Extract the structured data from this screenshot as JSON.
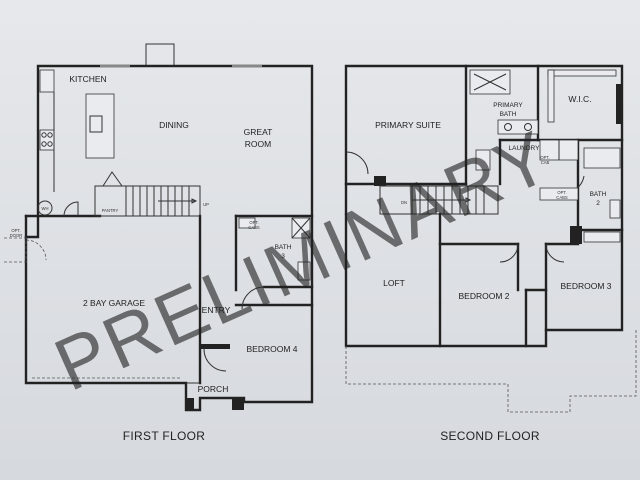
{
  "first_floor": {
    "caption": "FIRST FLOOR",
    "rooms": {
      "kitchen": "KITCHEN",
      "dining": "DINING",
      "great_room_1": "GREAT",
      "great_room_2": "ROOM",
      "garage": "2 BAY GARAGE",
      "entry": "ENTRY",
      "bath_1": "BATH",
      "bath_2": "3",
      "bedroom": "BEDROOM 4",
      "porch": "PORCH",
      "wh": "WH",
      "pantry": "PANTRY",
      "opt_door_1": "OPT.",
      "opt_door_2": "DOOR",
      "opt_cabs_1": "OPT.",
      "opt_cabs_2": "CABS",
      "up": "UP"
    }
  },
  "second_floor": {
    "caption": "SECOND FLOOR",
    "rooms": {
      "primary_suite": "PRIMARY SUITE",
      "primary_bath_1": "PRIMARY",
      "primary_bath_2": "BATH",
      "wic": "W.I.C.",
      "laundry": "LAUNDRY",
      "loft": "LOFT",
      "bedroom_2": "BEDROOM 2",
      "bedroom_3": "BEDROOM 3",
      "bath_1": "BATH",
      "bath_2": "2",
      "dn": "DN",
      "opt_cab_1": "OPT.",
      "opt_cab_2": "CAB",
      "opt_cabs_1": "OPT.",
      "opt_cabs_2": "CABS"
    }
  },
  "watermark": "PRELIMINARY"
}
